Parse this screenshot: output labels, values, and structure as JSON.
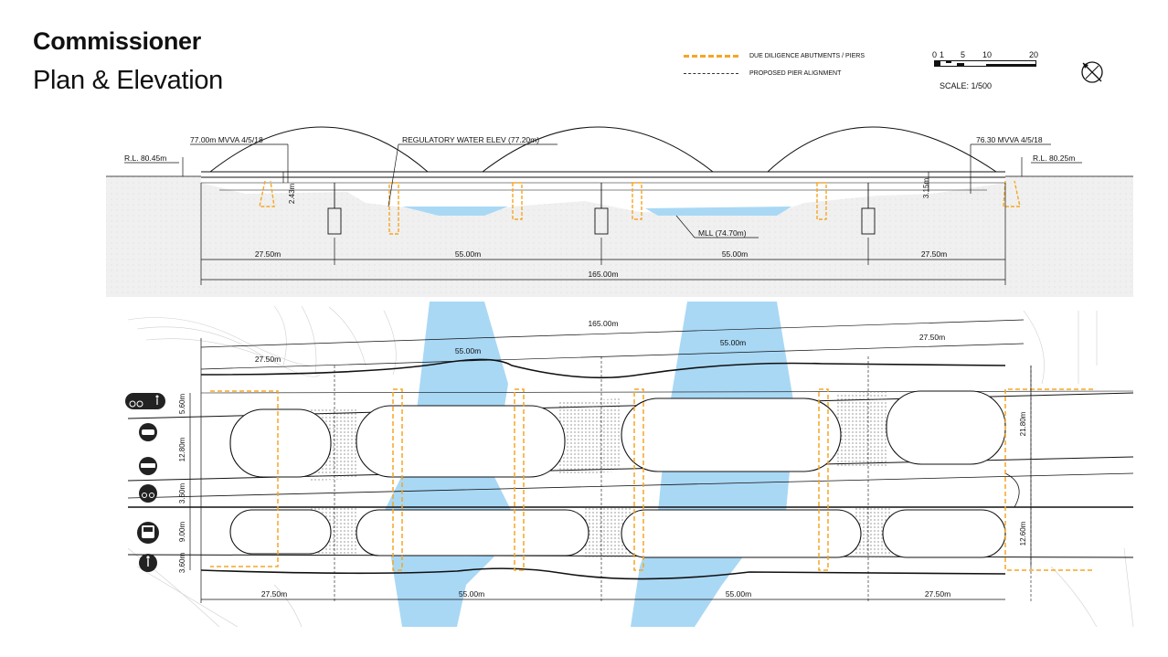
{
  "header": {
    "title": "Commissioner",
    "subtitle": "Plan & Elevation"
  },
  "legend": {
    "items": [
      {
        "label": "DUE DILIGENCE ABUTMENTS / PIERS",
        "color": "#f5a623",
        "style": "dashed-orange"
      },
      {
        "label": "PROPOSED  PIER ALIGNMENT",
        "color": "#333333",
        "style": "dashed-black"
      }
    ]
  },
  "scale": {
    "ticks": [
      "0",
      "1",
      "5",
      "10",
      "20"
    ],
    "text": "SCALE: 1/500"
  },
  "elevation": {
    "rl_left": "R.L. 80.45m",
    "rl_right": "R.L. 80.25m",
    "mvva_left": "77.00m MVVA 4/5/18",
    "mvva_right": "76.30 MVVA 4/5/18",
    "regulatory": "REGULATORY WATER ELEV (77.20m)",
    "mll": "MLL (74.70m)",
    "depth_left": "2.43m",
    "depth_right": "3.15m",
    "spans": [
      "27.50m",
      "55.00m",
      "55.00m",
      "27.50m"
    ],
    "total": "165.00m"
  },
  "plan": {
    "total": "165.00m",
    "top_spans": [
      "27.50m",
      "55.00m",
      "55.00m",
      "27.50m"
    ],
    "bottom_spans": [
      "27.50m",
      "55.00m",
      "55.00m",
      "27.50m"
    ],
    "lane_widths": [
      "5.60m",
      "12.80m",
      "3.60m",
      "9.00m",
      "3.60m"
    ],
    "width_right": "21.80m",
    "width_right_lower": "12.60m",
    "icons": [
      "bike-pedestrian-icon",
      "car-icon",
      "ute-icon",
      "bike-icon",
      "bus-icon",
      "pedestrian-icon"
    ]
  }
}
